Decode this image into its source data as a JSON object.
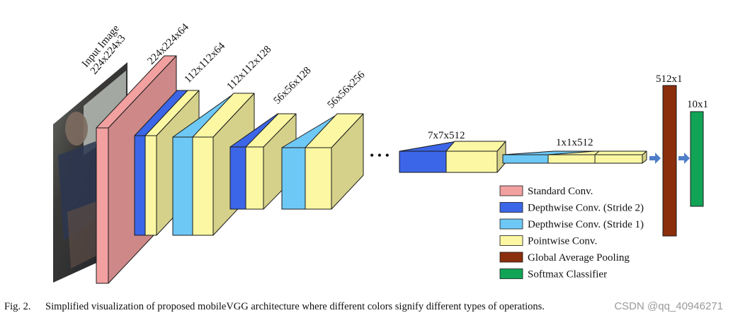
{
  "colors": {
    "standard_conv": "#f2a0a0",
    "depthwise_stride2": "#3c66e8",
    "depthwise_stride1": "#6ec8f5",
    "pointwise": "#fbf7a3",
    "global_avg_pool": "#8b2e0c",
    "softmax": "#11a457",
    "arrow": "#4f7ec8",
    "outline": "#1a1a1a"
  },
  "input": {
    "label_line1": "Input Image",
    "label_line2": "224x224x3"
  },
  "dim_labels": {
    "l1": "224x224x64",
    "l2": "112x112x64",
    "l3": "112x112x128",
    "l4": "56x56x128",
    "l5": "56x56x256",
    "l6": "7x7x512",
    "l7": "1x1x512",
    "l8": "512x1",
    "l9": "10x1"
  },
  "ellipsis": "• • •",
  "legend": [
    {
      "label": "Standard Conv.",
      "color_key": "standard_conv"
    },
    {
      "label": "Depthwise Conv. (Stride 2)",
      "color_key": "depthwise_stride2"
    },
    {
      "label": "Depthwise Conv. (Stride 1)",
      "color_key": "depthwise_stride1"
    },
    {
      "label": "Pointwise Conv.",
      "color_key": "pointwise"
    },
    {
      "label": "Global Average Pooling",
      "color_key": "global_avg_pool"
    },
    {
      "label": "Softmax Classifier",
      "color_key": "softmax"
    }
  ],
  "caption": {
    "fig": "Fig. 2.",
    "text": "Simplified visualization of proposed mobileVGG architecture where different colors signify different types of operations."
  },
  "watermark": "CSDN @qq_40946271"
}
